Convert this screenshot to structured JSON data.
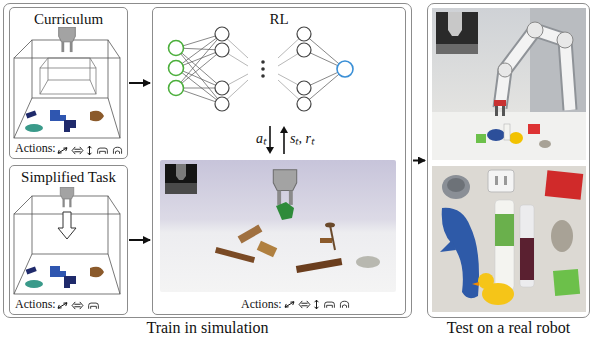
{
  "diagram": {
    "nodes": [
      {
        "text": [
          "Train in simulation"
        ]
      },
      {
        "text": [
          "Curriculum",
          "Actions:"
        ],
        "in": 0
      },
      {
        "text": [
          "Simplified Task",
          "Actions:"
        ],
        "in": 0
      },
      {
        "text": [
          "RL",
          "Actions:"
        ],
        "in": 0
      },
      {
        "text": [
          "Test on a real robot"
        ]
      }
    ],
    "edges": [
      {
        "from": 1,
        "to": 3,
        "arrow": "to"
      },
      {
        "from": 2,
        "to": 3,
        "arrow": "to"
      },
      {
        "from": 0,
        "to": 4,
        "arrow": "to"
      }
    ],
    "labels": [
      "aₜ",
      "sₜ, rₜ"
    ]
  }
}
